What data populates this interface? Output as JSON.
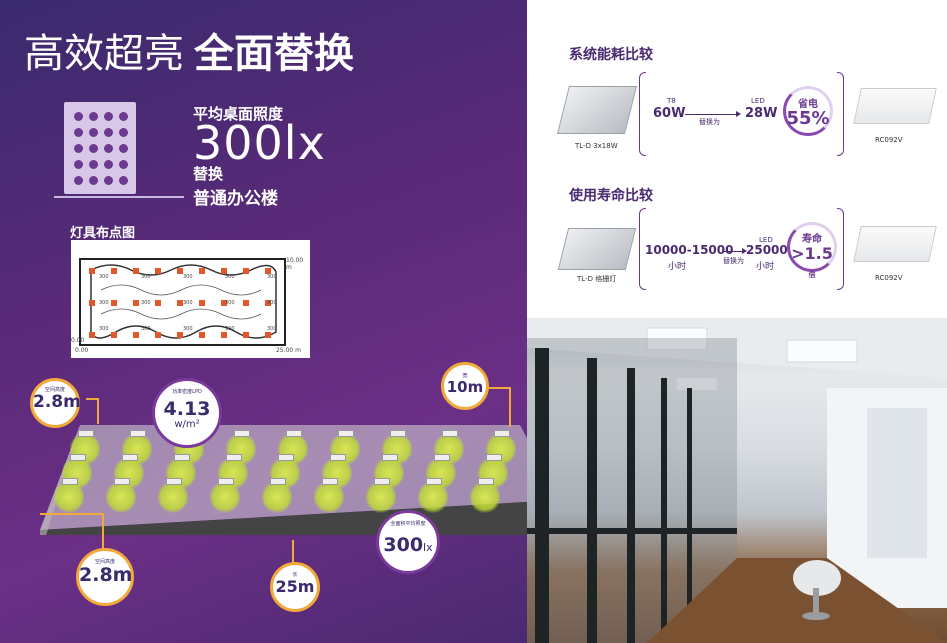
{
  "headline": {
    "light": "高效超亮",
    "bold": "全面替换"
  },
  "illuminance": {
    "label": "平均桌面照度",
    "value": "300lx",
    "replace_label": "替换",
    "building_label": "普通办公楼"
  },
  "layout": {
    "title": "灯具布点图",
    "height_label": "10.00 m",
    "width_label": "25.00 m",
    "origin_x": "0.00",
    "origin_y": "0.00",
    "lux_label": "300"
  },
  "room": {
    "height_top": {
      "label": "空间高度",
      "value": "2.8m"
    },
    "height_bottom": {
      "label": "空间高度",
      "value": "2.8m"
    },
    "width": {
      "label": "宽",
      "value": "10m"
    },
    "length": {
      "label": "长",
      "value": "25m"
    },
    "density": {
      "label": "功率密度LPD",
      "value": "4.13",
      "unit": "w/m²"
    },
    "avg": {
      "label": "全面积平均照度",
      "value": "300",
      "unit": "lx"
    }
  },
  "energy": {
    "title": "系统能耗比较",
    "old_fixture": "TL-D 3x18W",
    "old_type": "T8",
    "old_power": "60W",
    "arrow_label": "替换为",
    "new_type": "LED",
    "new_power": "28W",
    "saving_label": "省电",
    "saving_value": "55%",
    "new_fixture": "RC092V"
  },
  "life": {
    "title": "使用寿命比较",
    "old_fixture": "TL-D 格栅灯",
    "old_value": "10000-15000",
    "old_unit": "小时",
    "arrow_label": "替换为",
    "new_type": "LED",
    "new_value": "25000",
    "new_unit": "小时",
    "ratio_label": "寿命",
    "ratio_value": ">1.5",
    "ratio_unit": "倍",
    "new_fixture": "RC092V"
  },
  "colors": {
    "purple_dark": "#3a2a6e",
    "purple": "#6b2f86",
    "accent_orange": "#f2a93b",
    "luminaire_green": "#c8e040"
  }
}
